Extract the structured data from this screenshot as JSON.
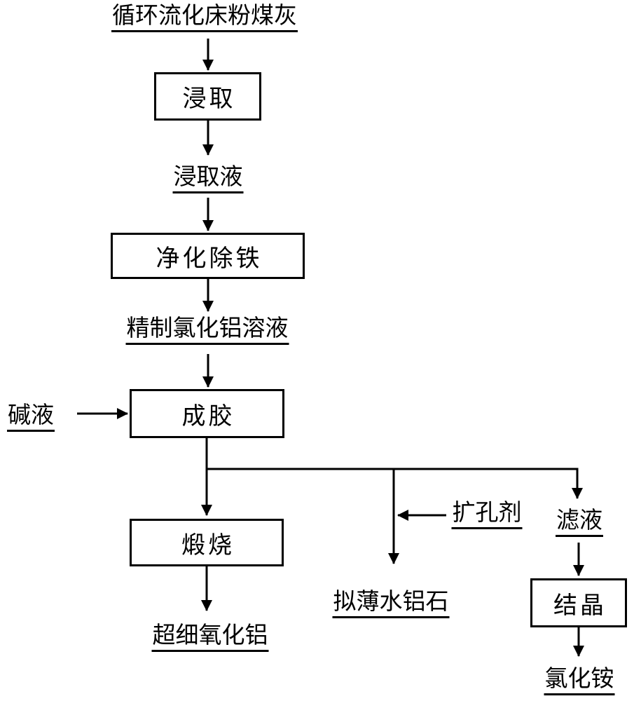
{
  "diagram": {
    "background_color": "#ffffff",
    "line_color": "#000000",
    "text_color": "#000000",
    "nodes": {
      "source": "循环流化床粉煤灰",
      "leach": "浸取",
      "leachate": "浸取液",
      "purify": "净化除铁",
      "refined_solution": "精制氯化铝溶液",
      "alkali": "碱液",
      "gel": "成胶",
      "calcine": "煅烧",
      "ultrafine_alumina": "超细氧化铝",
      "pore_expander": "扩孔剂",
      "pseudoboehmite": "拟薄水铝石",
      "filtrate": "滤液",
      "crystallize": "结晶",
      "ammonium_chloride": "氯化铵"
    }
  }
}
